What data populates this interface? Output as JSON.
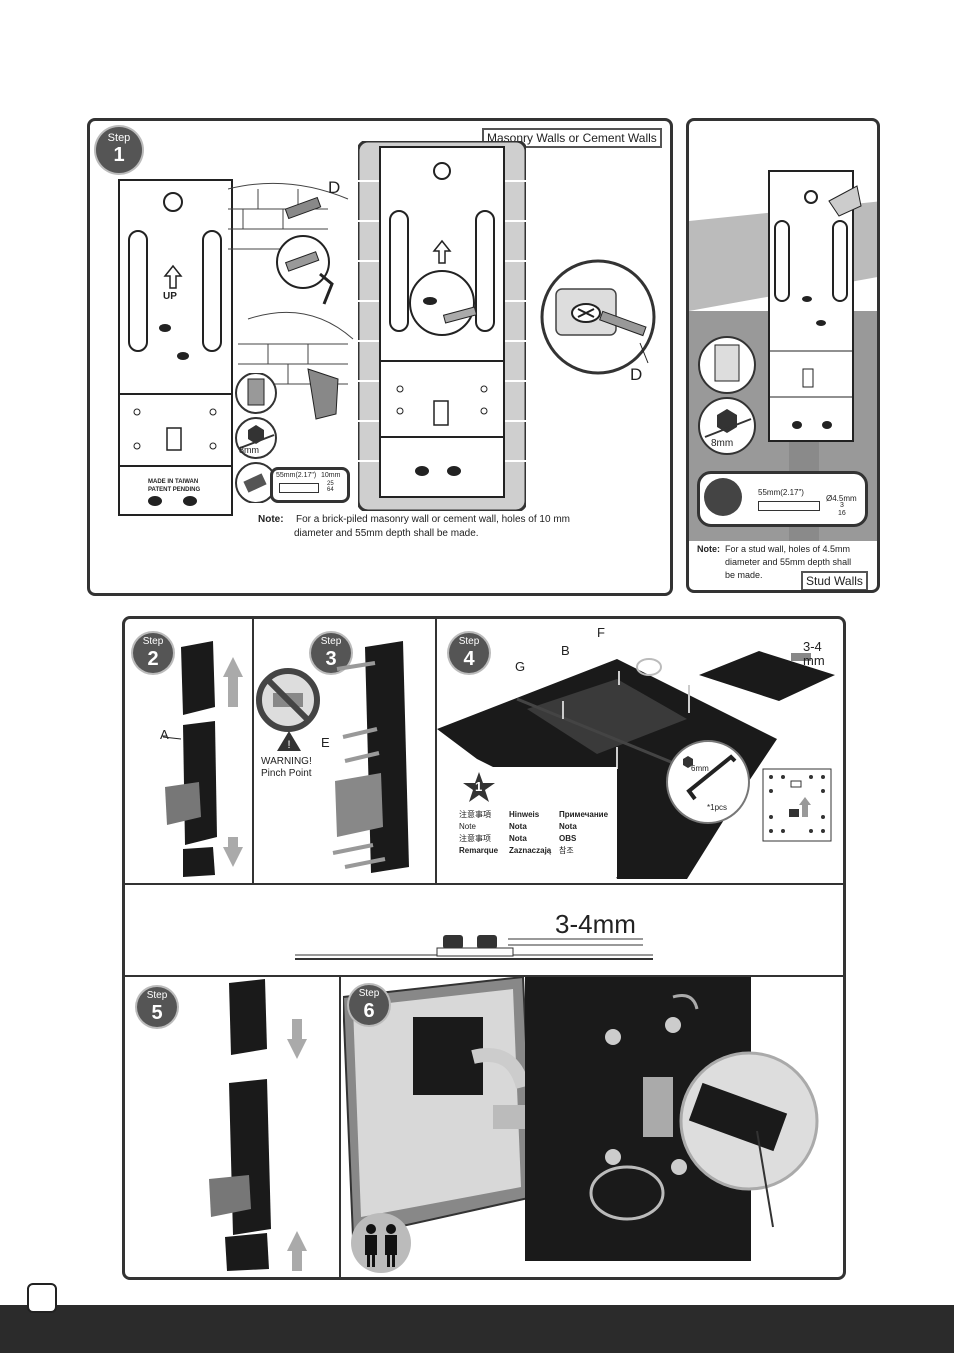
{
  "step_word": "Step",
  "step1": {
    "number": "1",
    "masonry_tag": "Masonry Walls or Cement Walls",
    "label_d_top": "D",
    "label_d_zoom": "D",
    "plate_text_line1": "MADE IN TAIWAN",
    "plate_text_line2": "PATENT PENDING",
    "up_label": "UP",
    "drill_bit_size": "8mm",
    "depth_label": "55mm(2.17\")",
    "dia_label": "10mm",
    "dia_fraction_num": "25",
    "dia_fraction_den": "64",
    "note_title": "Note:",
    "note_line1": "For a brick-piled masonry wall or cement wall, holes of 10 mm",
    "note_line2": "diameter and 55mm depth shall be made."
  },
  "stud": {
    "drill_bit_size": "8mm",
    "depth_label": "55mm(2.17\")",
    "dia_label": "Ø4.5mm",
    "dia_fraction_num": "3",
    "dia_fraction_den": "16",
    "note_title": "Note:",
    "note_line1": "For a stud wall, holes of 4.5mm",
    "note_line2": "diameter and 55mm depth shall",
    "note_line3": "be made.",
    "tag": "Stud Walls"
  },
  "step2": {
    "number": "2",
    "label_a": "A"
  },
  "step3": {
    "number": "3",
    "label_e": "E",
    "warning_line1": "WARNING!",
    "warning_line2": "Pinch Point"
  },
  "step4": {
    "number": "4",
    "label_f": "F",
    "label_b": "B",
    "label_g": "G",
    "gap_label_line1": "3-4",
    "gap_label_line2": "mm",
    "hex_key_size": "6mm",
    "hex_key_qty": "*1pcs",
    "note_number": "1",
    "notes": [
      [
        "注意事項",
        "Hinweis",
        "Примечание"
      ],
      [
        "Note",
        "Nota",
        "Nota"
      ],
      [
        "注意事项",
        "Nota",
        "OBS"
      ],
      [
        "Remarque",
        "Zaznaczają",
        "참조"
      ]
    ]
  },
  "gap": {
    "label": "3-4mm"
  },
  "step5": {
    "number": "5"
  },
  "step6": {
    "number": "6"
  }
}
